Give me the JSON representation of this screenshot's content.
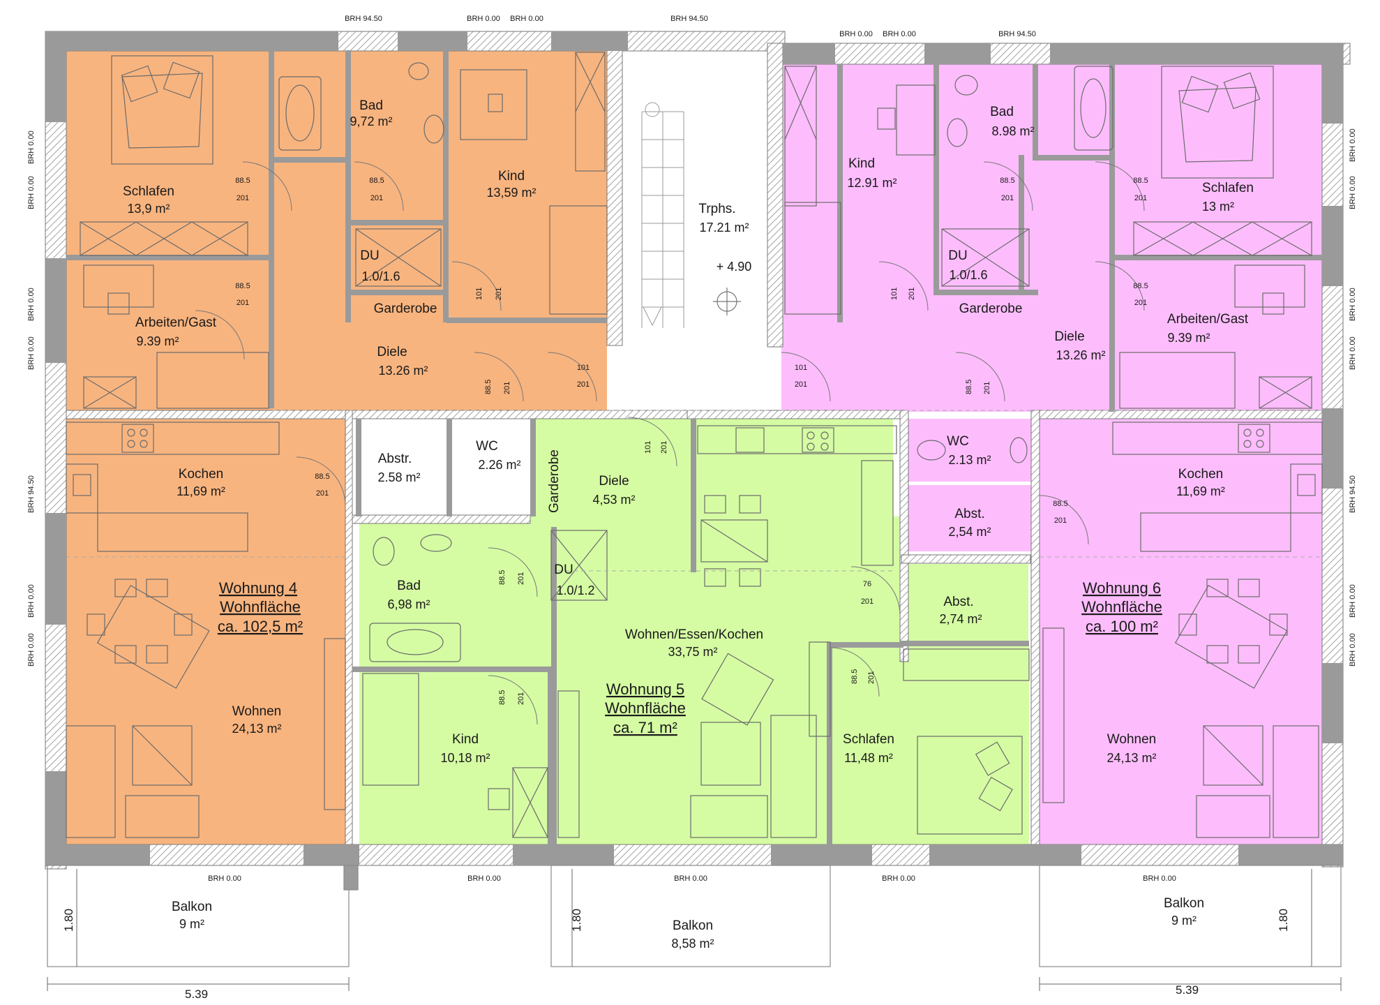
{
  "colors": {
    "wohnung4": "#f8b47f",
    "wohnung5": "#d5fca3",
    "wohnung6": "#fdbdfc",
    "wall": "#9a9a9a",
    "stair": "#ffffff"
  },
  "apartments": {
    "w4": {
      "name": "Wohnung 4",
      "label": "Wohnfläche",
      "area": "ca. 102,5 m²"
    },
    "w5": {
      "name": "Wohnung 5",
      "label": "Wohnfläche",
      "area": "ca. 71 m²"
    },
    "w6": {
      "name": "Wohnung 6",
      "label": "Wohnfläche",
      "area": "ca. 100 m²"
    }
  },
  "rooms": {
    "w4_schlafen": {
      "name": "Schlafen",
      "area": "13,9 m²"
    },
    "w4_bad": {
      "name": "Bad",
      "area": "9,72 m²"
    },
    "w4_kind": {
      "name": "Kind",
      "area": "13,59 m²"
    },
    "w4_du": {
      "name": "DU",
      "area": "1.0/1.6"
    },
    "w4_garderobe": {
      "name": "Garderobe"
    },
    "w4_arbeiten": {
      "name": "Arbeiten/Gast",
      "area": "9.39 m²"
    },
    "w4_diele": {
      "name": "Diele",
      "area": "13.26 m²"
    },
    "w4_kochen": {
      "name": "Kochen",
      "area": "11,69 m²"
    },
    "w4_abstr": {
      "name": "Abstr.",
      "area": "2.58 m²"
    },
    "w4_wc": {
      "name": "WC",
      "area": "2.26 m²"
    },
    "w4_wohnen": {
      "name": "Wohnen",
      "area": "24,13 m²"
    },
    "trphs": {
      "name": "Trphs.",
      "area": "17.21 m²",
      "level": "+ 4.90"
    },
    "w5_garderobe": {
      "name": "Garderobe"
    },
    "w5_diele": {
      "name": "Diele",
      "area": "4,53 m²"
    },
    "w5_bad": {
      "name": "Bad",
      "area": "6,98 m²"
    },
    "w5_du": {
      "name": "DU",
      "area": "1.0/1.2"
    },
    "w5_wohnen": {
      "name": "Wohnen/Essen/Kochen",
      "area": "33,75 m²"
    },
    "w5_kind": {
      "name": "Kind",
      "area": "10,18 m²"
    },
    "w5_schlafen": {
      "name": "Schlafen",
      "area": "11,48 m²"
    },
    "w6_kind": {
      "name": "Kind",
      "area": "12.91 m²"
    },
    "w6_bad": {
      "name": "Bad",
      "area": "8.98 m²"
    },
    "w6_schlafen": {
      "name": "Schlafen",
      "area": "13 m²"
    },
    "w6_du": {
      "name": "DU",
      "area": "1.0/1.6"
    },
    "w6_garderobe": {
      "name": "Garderobe"
    },
    "w6_diele": {
      "name": "Diele",
      "area": "13.26 m²"
    },
    "w6_arbeiten": {
      "name": "Arbeiten/Gast",
      "area": "9.39 m²"
    },
    "w6_wc": {
      "name": "WC",
      "area": "2.13 m²"
    },
    "w6_abst1": {
      "name": "Abst.",
      "area": "2,54 m²"
    },
    "w6_abst2": {
      "name": "Abst.",
      "area": "2,74 m²"
    },
    "w6_kochen": {
      "name": "Kochen",
      "area": "11,69 m²"
    },
    "w6_wohnen": {
      "name": "Wohnen",
      "area": "24,13 m²"
    }
  },
  "balconies": {
    "left": {
      "name": "Balkon",
      "area": "9 m²"
    },
    "mid": {
      "name": "Balkon",
      "area": "8,58 m²"
    },
    "right": {
      "name": "Balkon",
      "area": "9 m²"
    }
  },
  "brh": {
    "b94": "BRH 94.50",
    "b0": "BRH 0.00"
  },
  "doors": {
    "d885": "88.5",
    "d201": "201",
    "d101": "101",
    "d76": "76"
  },
  "dims": {
    "depth": "1.80",
    "width": "5.39"
  }
}
